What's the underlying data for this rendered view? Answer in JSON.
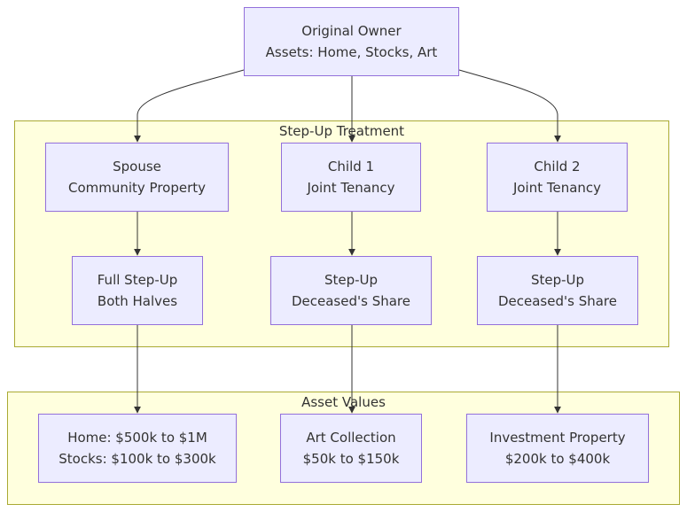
{
  "colors": {
    "node_fill": "#ececff",
    "node_border": "#9370db",
    "cluster_fill": "#ffffde",
    "cluster_border": "#aaaa33",
    "edge": "#333333",
    "text": "#333333"
  },
  "clusters": {
    "step_up": {
      "title": "Step-Up Treatment"
    },
    "asset_values": {
      "title": "Asset Values"
    }
  },
  "nodes": {
    "owner": {
      "line1": "Original Owner",
      "line2": "Assets: Home, Stocks, Art"
    },
    "spouse": {
      "line1": "Spouse",
      "line2": "Community Property"
    },
    "child1": {
      "line1": "Child 1",
      "line2": "Joint Tenancy"
    },
    "child2": {
      "line1": "Child 2",
      "line2": "Joint Tenancy"
    },
    "full_stepup": {
      "line1": "Full Step-Up",
      "line2": "Both Halves"
    },
    "stepup1": {
      "line1": "Step-Up",
      "line2": "Deceased's Share"
    },
    "stepup2": {
      "line1": "Step-Up",
      "line2": "Deceased's Share"
    },
    "home_stocks": {
      "line1": "Home: $500k to $1M",
      "line2": "Stocks: $100k to $300k"
    },
    "art": {
      "line1": "Art Collection",
      "line2": "$50k to $150k"
    },
    "investment": {
      "line1": "Investment Property",
      "line2": "$200k to $400k"
    }
  },
  "edges": [
    {
      "from": "owner",
      "to": "spouse"
    },
    {
      "from": "owner",
      "to": "child1"
    },
    {
      "from": "owner",
      "to": "child2"
    },
    {
      "from": "spouse",
      "to": "full_stepup"
    },
    {
      "from": "child1",
      "to": "stepup1"
    },
    {
      "from": "child2",
      "to": "stepup2"
    },
    {
      "from": "full_stepup",
      "to": "home_stocks"
    },
    {
      "from": "stepup1",
      "to": "art"
    },
    {
      "from": "stepup2",
      "to": "investment"
    }
  ]
}
